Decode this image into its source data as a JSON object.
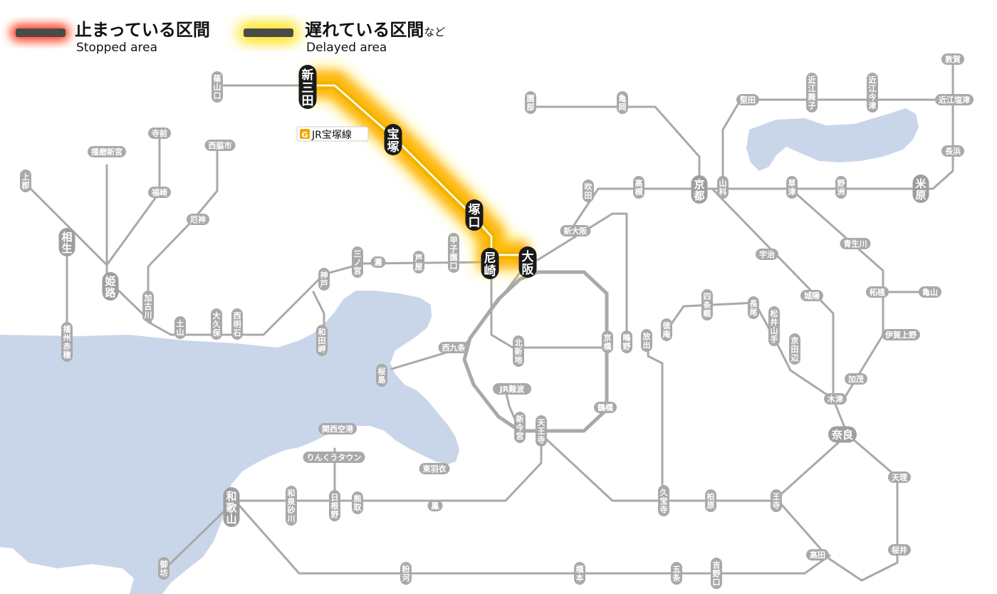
{
  "legend": {
    "stopped": {
      "title": "止まっている区間",
      "subtitle": "Stopped area",
      "color": "#e8321e"
    },
    "delayed": {
      "title": "遅れている区間",
      "suffix": "など",
      "subtitle": "Delayed area",
      "color": "#f0b400"
    }
  },
  "line_badge": {
    "letter": "G",
    "name": "JR宝塚線",
    "color": "#f0a800"
  },
  "colors": {
    "sea": "#c9d6ea",
    "rail": "#a9a9a9",
    "station": "#a9a9a9",
    "major_station": "#1a1a1a",
    "affected_line": "#f0b400"
  },
  "stations": {
    "affected": [
      "新三田",
      "宝塚",
      "塚口",
      "尼崎",
      "大阪"
    ],
    "major": [
      "京都",
      "姫路",
      "奈良",
      "米原",
      "相生",
      "和歌山"
    ],
    "minor": [
      "篠山口",
      "寺前",
      "播磨新宮",
      "西脇市",
      "上郡",
      "福崎",
      "厄神",
      "加古川",
      "土山",
      "大久保",
      "西明石",
      "神戸",
      "三ノ宮",
      "灘",
      "芦屋",
      "甲子園口",
      "和田岬",
      "播州赤穂",
      "園部",
      "亀岡",
      "堅田",
      "近江舞子",
      "近江今津",
      "敦賀",
      "近江塩津",
      "長浜",
      "山科",
      "草津",
      "野洲",
      "吹田",
      "高槻",
      "新大阪",
      "宇治",
      "城陽",
      "青生川",
      "柘植",
      "亀山",
      "伊賀上野",
      "加茂",
      "木津",
      "天理",
      "桜井",
      "高田",
      "王寺",
      "柏原",
      "久宝寺",
      "放出",
      "鴫野",
      "京橋",
      "北新地",
      "西九条",
      "桜島",
      "JR難波",
      "新今宮",
      "天王寺",
      "鶴橋",
      "四条畷",
      "徳庵",
      "長尾",
      "松井山手",
      "京田辺",
      "関西空港",
      "りんくうタウン",
      "東羽衣",
      "鳳",
      "和泉砂川",
      "日根野",
      "熊取",
      "御坊",
      "粉河",
      "橋本",
      "五条",
      "吉野口"
    ]
  }
}
